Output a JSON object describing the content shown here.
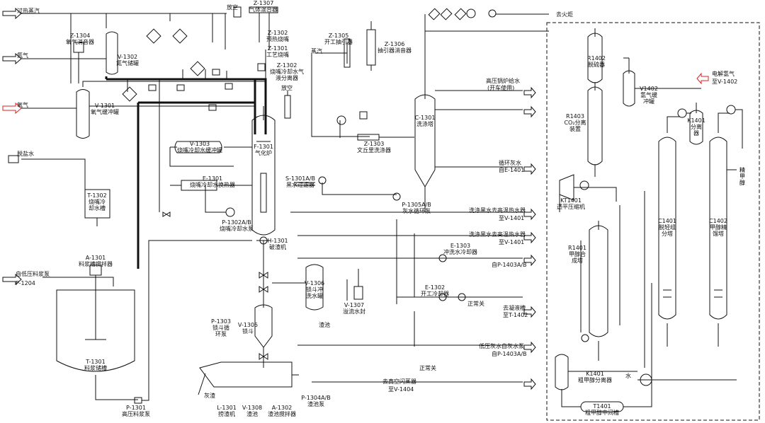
{
  "equipment": {
    "z1304": {
      "no": "Z-1304",
      "name": "氧气消音器"
    },
    "v1302": {
      "no": "V-1302",
      "name": "氮气储罐"
    },
    "v1301": {
      "no": "V-1301",
      "name": "氧气缓冲罐"
    },
    "z1307": {
      "no": "Z-1307",
      "name": "气体混合器"
    },
    "z1302": {
      "no": "Z-1302",
      "name": "预热烧嘴"
    },
    "z1301": {
      "no": "Z-1301",
      "name": "工艺烧嘴"
    },
    "z1302b": {
      "no": "Z-1302",
      "name1": "烧嘴冷却水气",
      "name2": "液分离器"
    },
    "v1303": {
      "no": "V-1303",
      "name": "烧嘴冷却水缓冲罐"
    },
    "e1301": {
      "no": "E-1301",
      "name": "烧嘴冷却水换热器"
    },
    "t1302": {
      "no": "T-1302",
      "name1": "烧嘴冷",
      "name2": "却水槽"
    },
    "p1302": {
      "no": "P-1302A/B",
      "name": "烧嘴冷却水泵"
    },
    "f1301": {
      "no": "F-1301",
      "name": "气化炉"
    },
    "s1301": {
      "no": "S-1301A/B",
      "name": "黑水过滤器"
    },
    "h1301": {
      "no": "H-1301",
      "name": "破渣机"
    },
    "v1306": {
      "no": "V-1306",
      "name1": "锁斗冲",
      "name2": "洗水罐"
    },
    "v1305": {
      "no": "V-1305",
      "name": "锁斗"
    },
    "p1303": {
      "no": "P-1303",
      "name1": "锁斗循",
      "name2": "环泵"
    },
    "a1301": {
      "no": "A-1301",
      "name": "料浆槽搅拌器"
    },
    "t1301": {
      "no": "T-1301",
      "name": "料浆储槽"
    },
    "p1301": {
      "no": "P-1301",
      "name": "高压料浆泵"
    },
    "l1301": {
      "no": "L-1301",
      "name": "捞渣机"
    },
    "v1308": {
      "no": "V-1308",
      "name": "渣池"
    },
    "a1302": {
      "no": "A-1302",
      "name": "渣池搅拌器"
    },
    "p1304": {
      "no": "P-1304A/B",
      "name": "渣池泵"
    },
    "v1307": {
      "no": "V-1307",
      "name": "溢流水封"
    },
    "z1305": {
      "no": "Z-1305",
      "name": "开工抽引器"
    },
    "z1306": {
      "no": "Z-1306",
      "name": "抽引器消音器"
    },
    "z1303": {
      "no": "Z-1303",
      "name": "文丘里洗涤器"
    },
    "c1301": {
      "no": "C-1301",
      "name": "洗涤塔"
    },
    "p1305": {
      "no": "P-1305A/B",
      "name": "灰水循环泵"
    },
    "e1303": {
      "no": "E-1303",
      "name": "冲洗水冷却器"
    },
    "e1302": {
      "no": "E-1302",
      "name": "开工冷却器"
    },
    "r1402": {
      "no": "R1402",
      "name": "脱硫器"
    },
    "r1403": {
      "no": "R1403",
      "name1": "CO₂分离",
      "name2": "装置"
    },
    "v1402": {
      "no": "V1402",
      "name1": "氢气缓",
      "name2": "冲罐"
    },
    "kt1401": {
      "no": "KT1401",
      "name": "透平压缩机"
    },
    "r1401": {
      "no": "R1401",
      "name1": "甲醇合",
      "name2": "成塔"
    },
    "k1401": {
      "no": "K1401",
      "name1": "粗甲醇分离器"
    },
    "k1401b": {
      "no": "K1401",
      "name1": "分离",
      "name2": "器"
    },
    "c1401": {
      "no": "C1401",
      "name1": "脱轻组",
      "name2": "分塔"
    },
    "c1402": {
      "no": "C1402",
      "name1": "甲醇精",
      "name2": "馏塔"
    },
    "t1401": {
      "no": "T1401",
      "name": "粗甲醇中间槽"
    }
  },
  "streams": {
    "overheat_steam": "过热蒸汽",
    "nitrogen": "氮气",
    "oxygen": "氧气",
    "desalted_water": "脱盐水",
    "from_low_pressure": "自低压料浆泵",
    "p1204": "P-1204",
    "vent_top": "放空",
    "vent_mid": "放空",
    "steam": "蒸汽",
    "hp_boiler_water": "高压锅炉给水",
    "startup_use": "(开车使用)",
    "to_flare": "去火炬",
    "circ_ash_water": "循环灰水",
    "from_e1401": "自E-1401",
    "black_water_1": "洗涤黑水去高温热水器",
    "to_v1401_1": "至V-1401",
    "black_water_2": "洗涤黑水去高温热水器",
    "to_v1401_2": "至V-1401",
    "from_p1403": "自P-1403A/B",
    "to_condensate": "去凝液槽",
    "to_t1402": "至T-1402",
    "low_pressure_ash": "低压灰水自灰水泵",
    "from_p1403b": "自P-1403A/B",
    "to_flash": "去真空闪蒸器",
    "to_v1404": "至V-1404",
    "ash_slag": "灰渣",
    "slag_outlet": "渣池",
    "electrolytic_h2": "电解氢气",
    "to_v1402": "至V-1402",
    "water": "水",
    "methanol_product": "精甲醇",
    "upper_note_1": "正常关",
    "upper_note_2": "正常关"
  }
}
